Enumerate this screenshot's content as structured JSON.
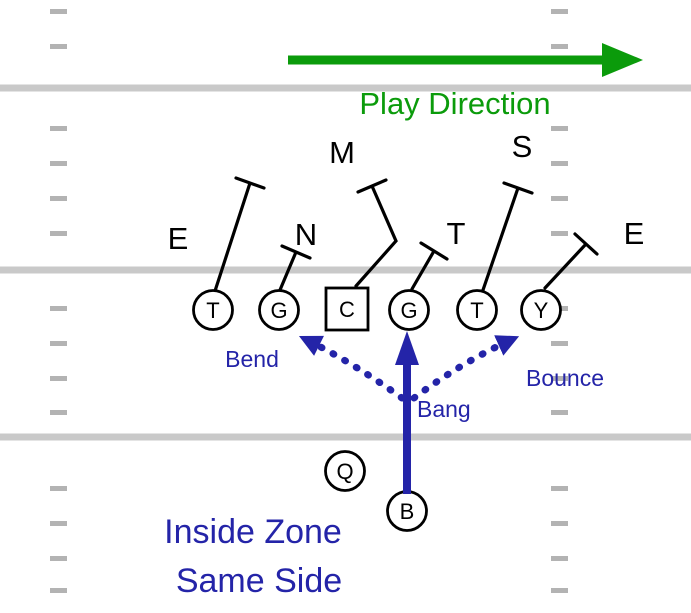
{
  "play_direction_label": "Play Direction",
  "defense": {
    "end_left": "E",
    "nose": "N",
    "mike": "M",
    "tackle": "T",
    "sam": "S",
    "end_right": "E"
  },
  "offense": {
    "left_tackle": "T",
    "left_guard": "G",
    "center": "C",
    "right_guard": "G",
    "right_tackle": "T",
    "tight_end": "Y",
    "quarterback": "Q",
    "running_back": "B"
  },
  "routes": {
    "bend_label": "Bend",
    "bang_label": "Bang",
    "bounce_label": "Bounce"
  },
  "title": {
    "line1": "Inside Zone",
    "line2": "Same Side"
  },
  "colors": {
    "green": "#0b9b0b",
    "blue": "#2424a8",
    "field_line": "#c9c9c9",
    "hash": "#b3b3b3"
  }
}
